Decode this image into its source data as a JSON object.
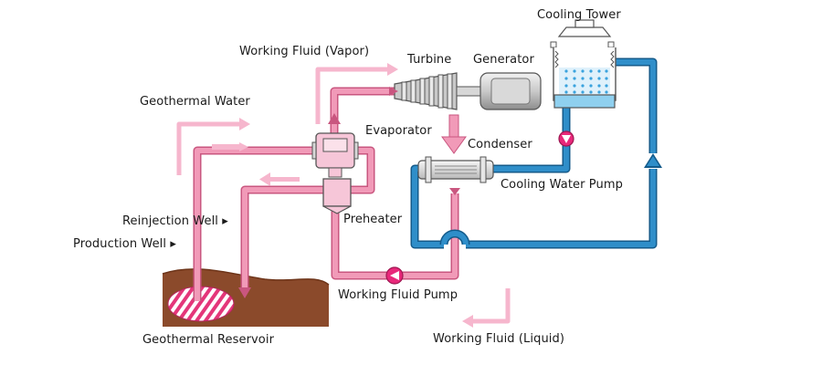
{
  "colors": {
    "working_fluid": "#f19ab8",
    "working_fluid_outline": "#c9567f",
    "cooling_water": "#2f8ec9",
    "cooling_water_outline": "#135a8a",
    "reservoir": "#8b4a2b",
    "reservoir_hot": "#e4367a",
    "pump": "#e8287a"
  },
  "labels": {
    "cooling_tower": "Cooling Tower",
    "working_fluid_vapor": "Working Fluid (Vapor)",
    "turbine": "Turbine",
    "generator": "Generator",
    "geothermal_water": "Geothermal Water",
    "evaporator": "Evaporator",
    "condenser": "Condenser",
    "cooling_water_pump": "Cooling Water Pump",
    "reinjection_well": "Reinjection Well ▸",
    "production_well": "Production Well ▸",
    "preheater": "Preheater",
    "working_fluid_pump": "Working Fluid Pump",
    "geothermal_reservoir": "Geothermal Reservoir",
    "working_fluid_liquid": "Working Fluid (Liquid)"
  }
}
